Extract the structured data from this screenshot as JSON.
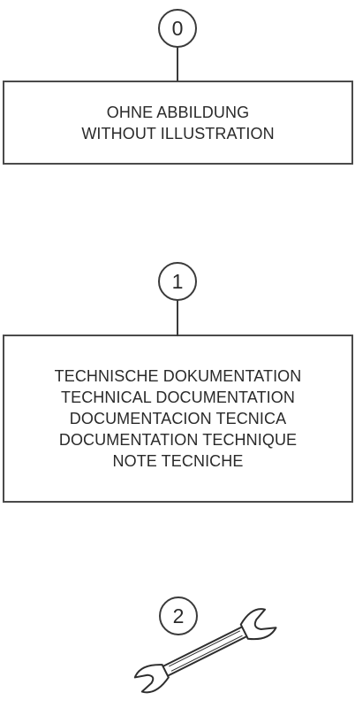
{
  "items": [
    {
      "number": "0",
      "lines": [
        "OHNE ABBILDUNG",
        "WITHOUT ILLUSTRATION"
      ]
    },
    {
      "number": "1",
      "lines": [
        "TECHNISCHE DOKUMENTATION",
        "TECHNICAL DOCUMENTATION",
        "DOCUMENTACION TECNICA",
        "DOCUMENTATION TECHNIQUE",
        "NOTE TECNICHE"
      ]
    },
    {
      "number": "2",
      "icon": "wrench-icon"
    }
  ]
}
